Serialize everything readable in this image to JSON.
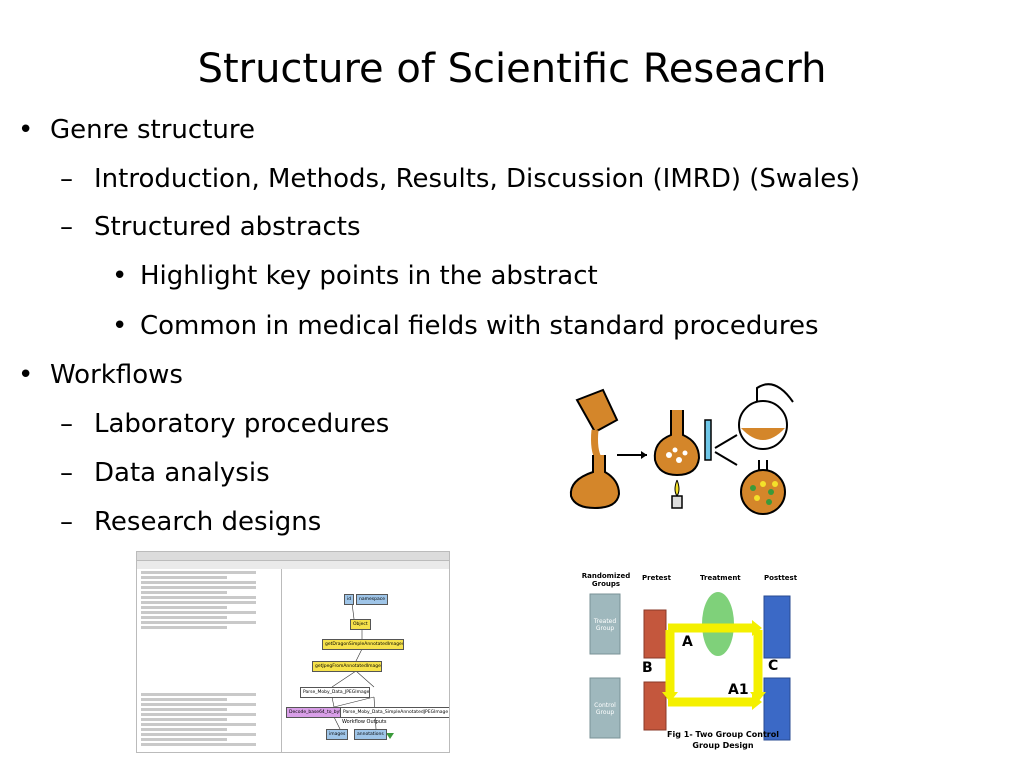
{
  "slide": {
    "title": "Structure of Scientific Reseacrh",
    "bullets": [
      {
        "marker": "•",
        "text": "Genre structure"
      },
      {
        "marker": "–",
        "text": "Introduction, Methods, Results, Discussion (IMRD) (Swales)"
      },
      {
        "marker": "–",
        "text": "Structured abstracts"
      },
      {
        "marker": "•",
        "text": "Highlight key points in the abstract"
      },
      {
        "marker": "•",
        "text": "Common in medical fields with standard procedures"
      },
      {
        "marker": "•",
        "text": "Workflows"
      },
      {
        "marker": "–",
        "text": "Laboratory procedures"
      },
      {
        "marker": "–",
        "text": "Data analysis"
      },
      {
        "marker": "–",
        "text": "Research designs"
      }
    ]
  },
  "workflow": {
    "nodes": [
      "id",
      "namespace",
      "Object",
      "getDragonSimpleAnnotatedImages",
      "getJpegFromAnnotatedImage",
      "Parse_Moby_Data_JPEGImage",
      "Decode_base64_to_byte",
      "Parse_Moby_Data_SimpleAnnotatedJPEGImage",
      "Workflow Outputs",
      "images",
      "annotations"
    ]
  },
  "design": {
    "headers": [
      "Randomized Groups",
      "Pretest",
      "Treatment",
      "Posttest"
    ],
    "groups": [
      "Treated Group",
      "Control Group"
    ],
    "arrows": [
      "A",
      "B",
      "C",
      "A1"
    ],
    "caption1": "Fig 1- Two Group Control",
    "caption2": "Group Design"
  },
  "colors": {
    "liquid": "#d4862a",
    "blue_block": "#3b69c6",
    "gray_block": "#9fb8bd",
    "red_block": "#c4573d",
    "treatment": "#7fd17a",
    "arrow": "#f4f000"
  }
}
